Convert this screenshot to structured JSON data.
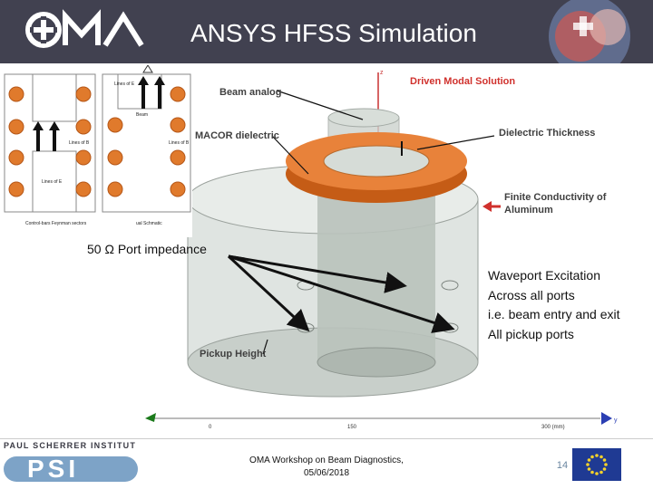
{
  "header": {
    "logo_text": "OMA",
    "title": "ANSYS HFSS Simulation",
    "brand_color": "#414150"
  },
  "diagram": {
    "left_panel_captions": [
      "Control-bars Feynman sectors",
      "ual Schmatic"
    ],
    "left_panel_labels": [
      "Lines of E",
      "Lines of B",
      "Beam",
      "Lines of B",
      "Lines of E"
    ],
    "labels": {
      "beam_analog": "Beam analog",
      "driven_modal": "Driven Modal Solution",
      "macor": "MACOR dielectric",
      "dielectric_thickness": "Dielectric Thickness",
      "finite_conductivity": "Finite Conductivity of Aluminum",
      "port_impedance": "50 Ω Port impedance",
      "pickup_height": "Pickup Height"
    },
    "waveport_lines": [
      "Waveport Excitation",
      "Across all ports",
      "i.e. beam entry and exit",
      "All pickup ports"
    ],
    "axis_ticks": [
      "0",
      "150",
      "300 (mm)"
    ],
    "axis_labels": [
      "z",
      "y"
    ]
  },
  "footer": {
    "institute": "PAUL SCHERRER INSTITUT",
    "institute_logo": "PSI",
    "workshop_line1": "OMA Workshop on Beam Diagnostics,",
    "workshop_line2": "05/06/2018",
    "page_number": "14",
    "eu_flag_icon": "eu-flag-icon"
  }
}
